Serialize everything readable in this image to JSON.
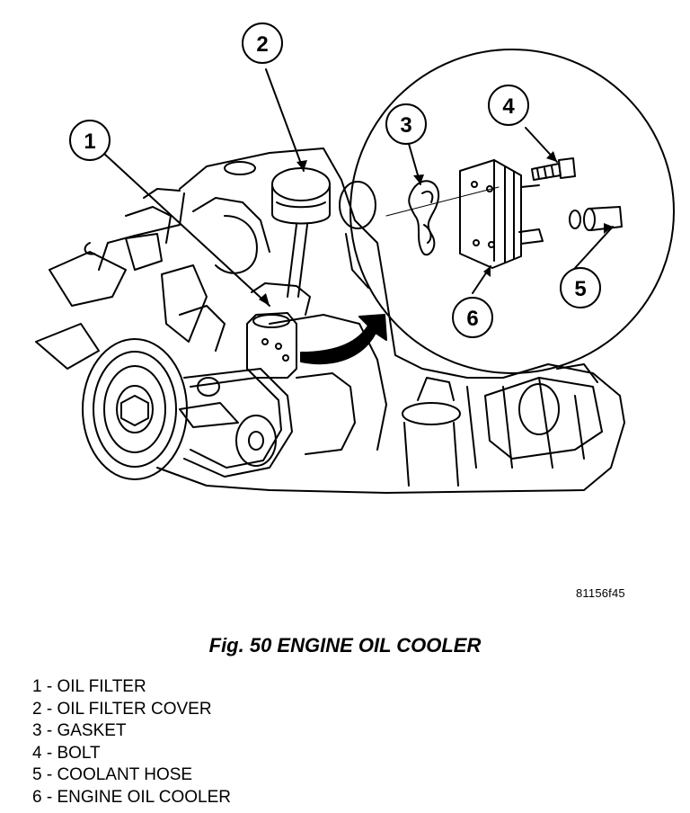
{
  "figure": {
    "ref_code": "81156f45",
    "caption": "Fig. 50 ENGINE OIL COOLER",
    "callouts": [
      "1",
      "2",
      "3",
      "4",
      "5",
      "6"
    ]
  },
  "legend": [
    "1 - OIL FILTER",
    "2 - OIL FILTER COVER",
    "3 - GASKET",
    "4 - BOLT",
    "5 - COOLANT HOSE",
    "6 - ENGINE OIL COOLER"
  ]
}
